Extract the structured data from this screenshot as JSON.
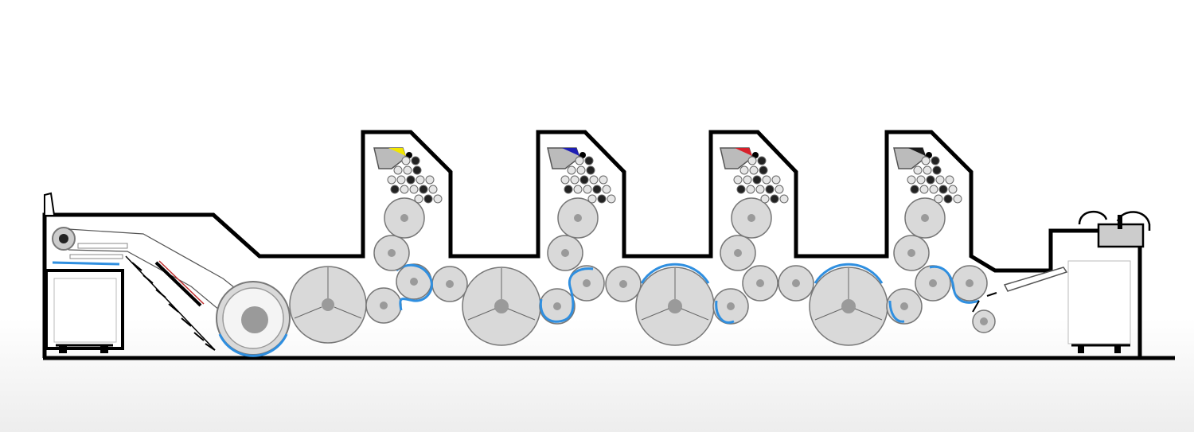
{
  "diagram": {
    "ink_colors": [
      "#f2e600",
      "#1e1eb4",
      "#d8202a",
      "#1a1a1a"
    ],
    "sheet_path_color": "#2f8fe0",
    "frame_color": "#000000",
    "cylinder_fill": "#d9d9d9",
    "hub_fill": "#9a9a9a",
    "units": [
      {
        "ink": "yellow"
      },
      {
        "ink": "blue"
      },
      {
        "ink": "red"
      },
      {
        "ink": "black"
      }
    ]
  }
}
